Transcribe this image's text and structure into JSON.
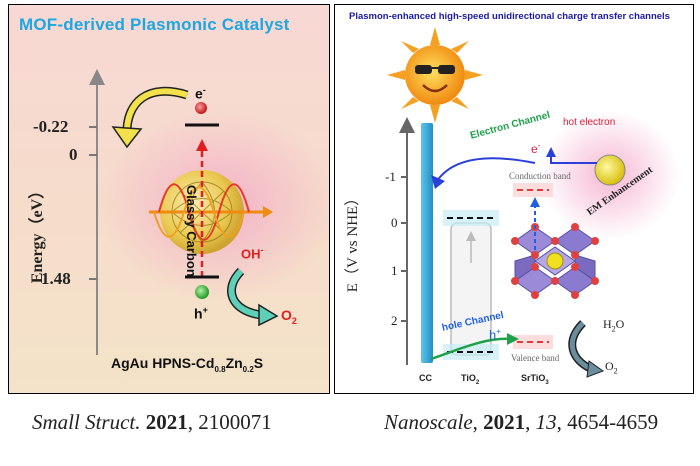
{
  "left": {
    "title": "MOF-derived Plasmonic  Catalyst",
    "axis_label": "Energy（eV）",
    "tick_m022": "-0.22",
    "tick_0": "0",
    "tick_148": "1.48",
    "electron": "e",
    "electron_sup": "-",
    "hole": "h",
    "hole_sup": "+",
    "glassy": "Glassy Carbon",
    "oh": "OH",
    "oh_sup": "-",
    "o2": "O",
    "o2_sub": "2",
    "material": "AgAu HPNS-Cd",
    "material_sub1": "0.8",
    "material_mid": "Zn",
    "material_sub2": "0.2",
    "material_end": "S"
  },
  "right": {
    "title": "Plasmon-enhanced high-speed unidirectional charge transfer channels",
    "electron_channel": "Electron Channel",
    "hot_electron": "hot electron",
    "electron": "e",
    "electron_sup": "-",
    "conduction_band": "Conduction band",
    "em_enhancement": "EM Enhancement",
    "axis_label": "E（V vs NHE）",
    "tick_m1": "-1",
    "tick_0": "0",
    "tick_1": "1",
    "tick_2": "2",
    "hole_channel": "hole Channel",
    "hole": "h",
    "hole_sup": "+",
    "valence_band": "Valence band",
    "h2o": "H",
    "h2o_sub": "2",
    "h2o_end": "O",
    "o2": "O",
    "o2_sub": "2",
    "cc": "CC",
    "tio2": "TiO",
    "tio2_sub": "2",
    "srtio3": "SrTiO",
    "srtio3_sub": "3"
  },
  "captions": {
    "left_journal": "Small Struct.",
    "left_year": "2021",
    "left_id": ", 2100071",
    "right_journal": "Nanoscale",
    "right_sep1": ", ",
    "right_year": "2021",
    "right_sep2": ", ",
    "right_volume": "13",
    "right_pages": ", 4654-4659"
  },
  "colors": {
    "left_title": "#1ea7e0",
    "right_title": "#1a1aa8",
    "electron_channel": "#1fa04a",
    "hot_electron": "#e0203a",
    "hole_channel": "#1f5fe0",
    "band_red": "#e23a3a",
    "cc_bar": "#2fa6d8",
    "arrow_yellow": "#f2e14a",
    "arrow_teal": "#5fd0b8"
  }
}
